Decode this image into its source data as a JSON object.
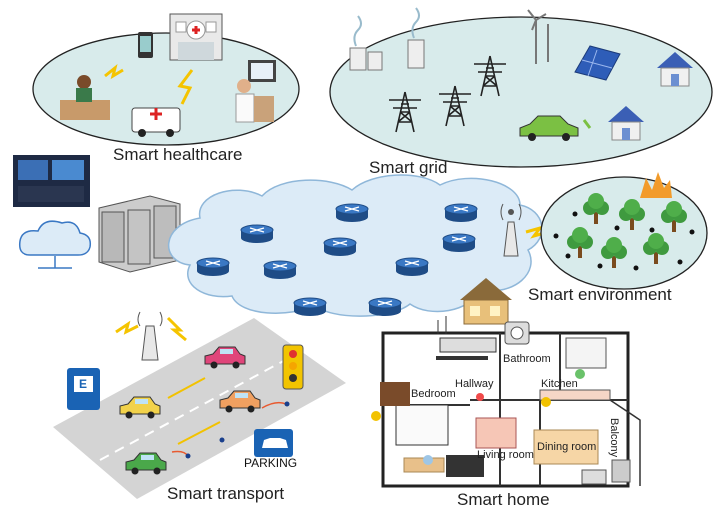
{
  "labels": {
    "healthcare": "Smart healthcare",
    "grid": "Smart grid",
    "environment": "Smart environment",
    "transport": "Smart transport",
    "home": "Smart home"
  },
  "home_rooms": {
    "bathroom": "Bathroom",
    "bedroom": "Bedroom",
    "hallway": "Hallway",
    "kitchen": "Kitchen",
    "living_room": "Living room",
    "dining_room": "Dining room",
    "balcony": "Balcony"
  },
  "transport_signs": {
    "ev": "E",
    "parking": "PARKING"
  },
  "colors": {
    "ellipse_fill": "#d8ebeb",
    "cloud_fill": "#dcebf7",
    "cloud_stroke": "#8fb7d9",
    "router": "#2c5f9e",
    "road": "#d4d4d4",
    "tree": "#3f9a3f"
  }
}
